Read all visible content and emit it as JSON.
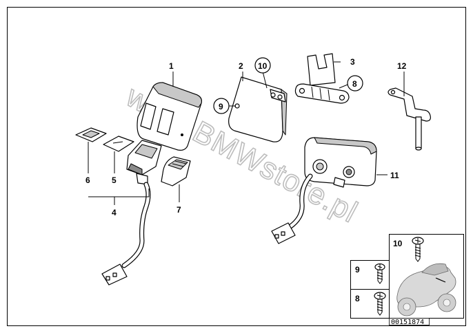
{
  "diagram": {
    "labels": {
      "l1": "1",
      "l2": "2",
      "l3": "3",
      "l4": "4",
      "l5": "5",
      "l6": "6",
      "l7": "7",
      "l8": "8",
      "l9": "9",
      "l10": "10",
      "l11": "11",
      "l12": "12"
    },
    "watermark": "www.BMWstore.pl",
    "inset": {
      "labels": {
        "r10": "10",
        "r9": "9",
        "r8": "8"
      },
      "ref_number": "00151874"
    }
  }
}
